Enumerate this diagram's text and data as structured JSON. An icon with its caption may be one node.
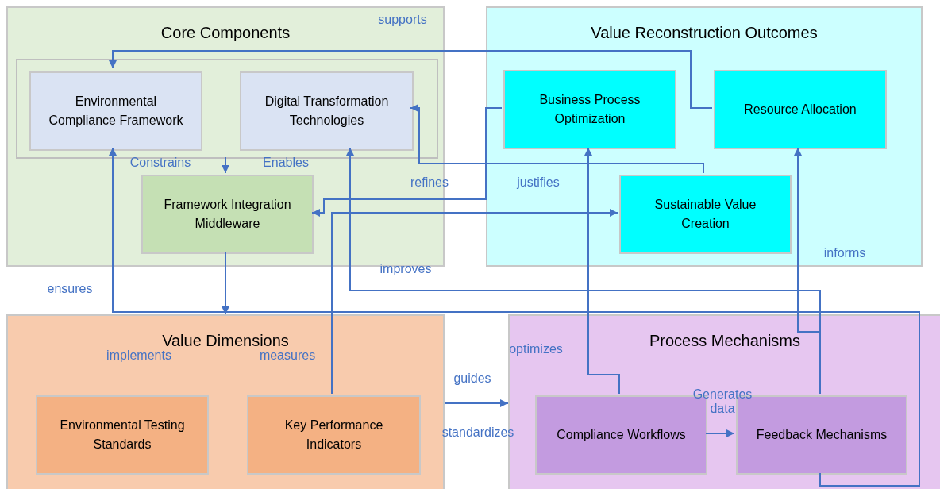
{
  "diagram": {
    "nodes": [
      {
        "text": [
          "Core Components"
        ]
      },
      {
        "text": [],
        "shape": "box",
        "in": 0
      },
      {
        "text": [
          "Environmental Compliance Framework"
        ],
        "in": 1
      },
      {
        "text": [
          "Digital Transformation Technologies"
        ],
        "in": 1
      },
      {
        "text": [
          "Framework Integration Middleware"
        ],
        "in": 0
      },
      {
        "text": [
          "Value Reconstruction Outcomes"
        ]
      },
      {
        "text": [
          "Business Process Optimization"
        ],
        "in": 5
      },
      {
        "text": [
          "Resource Allocation"
        ],
        "in": 5
      },
      {
        "text": [
          "Sustainable Value Creation"
        ],
        "in": 5
      },
      {
        "text": [
          "Value Dimensions"
        ]
      },
      {
        "text": [
          "Environmental Testing Standards"
        ],
        "in": 9
      },
      {
        "text": [
          "Key Performance Indicators"
        ],
        "in": 9
      },
      {
        "text": [
          "Process Mechanisms"
        ]
      },
      {
        "text": [
          "Compliance Workflows"
        ],
        "in": 12
      },
      {
        "text": [
          "Feedback Mechanisms"
        ],
        "in": 12
      }
    ],
    "edges": [
      {
        "from": 7,
        "to": 2,
        "arrow": "to",
        "label": "supports"
      },
      {
        "from": 1,
        "to": 4,
        "arrow": "to",
        "label": "Constrains"
      },
      {
        "from": 4,
        "to": 9,
        "arrow": "to"
      },
      {
        "from": 14,
        "to": 2,
        "arrow": "to",
        "label": "ensures"
      },
      {
        "from": 13,
        "to": 6,
        "arrow": "to",
        "label": "optimizes"
      },
      {
        "from": 14,
        "to": 3,
        "arrow": "to",
        "label": "improves"
      },
      {
        "from": 14,
        "to": 7,
        "arrow": "to",
        "label": "informs"
      },
      {
        "from": 13,
        "to": 14,
        "arrow": "to",
        "label": "Generates data"
      },
      {
        "from": 11,
        "to": 8,
        "arrow": "to"
      },
      {
        "from": 6,
        "to": 4,
        "arrow": "to",
        "label": "refines"
      },
      {
        "from": 8,
        "to": 3,
        "arrow": "to",
        "label": "justifies"
      },
      {
        "from": 9,
        "to": 12,
        "arrow": "to",
        "label": "guides"
      }
    ],
    "labels": [
      "Enables",
      "implements",
      "measures",
      "standardizes"
    ]
  }
}
